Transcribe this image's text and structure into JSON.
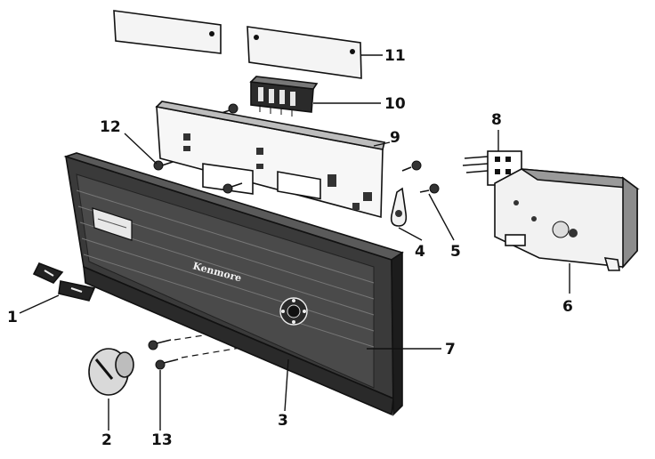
{
  "brand_label": "Kenmore",
  "callouts": [
    {
      "key": "1",
      "label": "1"
    },
    {
      "key": "2",
      "label": "2"
    },
    {
      "key": "3",
      "label": "3"
    },
    {
      "key": "4",
      "label": "4"
    },
    {
      "key": "5",
      "label": "5"
    },
    {
      "key": "6",
      "label": "6"
    },
    {
      "key": "7",
      "label": "7"
    },
    {
      "key": "8",
      "label": "8"
    },
    {
      "key": "9",
      "label": "9"
    },
    {
      "key": "10",
      "label": "10"
    },
    {
      "key": "11",
      "label": "11"
    },
    {
      "key": "12",
      "label": "12"
    },
    {
      "key": "13",
      "label": "13"
    }
  ]
}
